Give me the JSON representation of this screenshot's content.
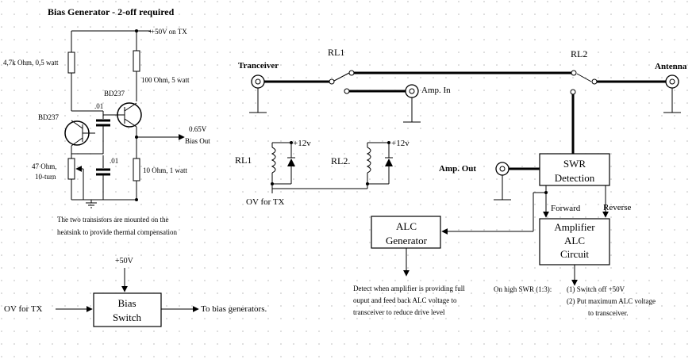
{
  "colors": {
    "background": "#ffffff",
    "line": "#000000",
    "grid_dot": "#b8b8b8"
  },
  "bias_section": {
    "title": "Bias Generator - 2-off required",
    "supply": "+50V on TX",
    "r_top": "4,7k Ohm, 0,5 watt",
    "r_collector": "100 Ohm, 5 watt",
    "q1": "BD237",
    "q2": "BD237",
    "cap1": ".01",
    "cap2": ".01",
    "pot": "47 Ohm,\n10-turn",
    "pot_line1": "47 Ohm,",
    "pot_line2": "10-turn",
    "r_emitter": "10 Ohm, 1 watt",
    "out_voltage": "0.65V",
    "out_label": "Bias Out",
    "note_line1": "The two transistors are mounted on the",
    "note_line2": "heatsink to provide thermal compensation"
  },
  "bias_switch": {
    "supply": "+50V",
    "input": "OV for TX",
    "box_line1": "Bias",
    "box_line2": "Switch",
    "output": "To bias generators."
  },
  "rf_path": {
    "rl1": "RL1",
    "rl2": "RL2",
    "tranceiver": "Tranceiver",
    "antenna": "Antenna",
    "amp_in": "Amp. In",
    "amp_out": "Amp. Out"
  },
  "relay_coils": {
    "rl1": "RL1",
    "rl2": "RL2.",
    "plus12_a": "+12v",
    "plus12_b": "+12v",
    "ov_for_tx": "OV for TX"
  },
  "swr_box": {
    "line1": "SWR",
    "line2": "Detection",
    "forward": "Forward",
    "reverse": "Reverse"
  },
  "alc_gen": {
    "line1": "ALC",
    "line2": "Generator",
    "desc_line1": "Detect when amplifier is providing full",
    "desc_line2": "ouput and feed back ALC voltage to",
    "desc_line3": "transceiver to reduce drive level"
  },
  "amp_alc": {
    "line1": "Amplifier",
    "line2": "ALC",
    "line3": "Circuit",
    "note_a": "On high SWR (1:3):",
    "note_b": "(1) Switch off +50V",
    "note_c": "(2) Put maximum ALC voltage",
    "note_d": "to transceiver."
  }
}
